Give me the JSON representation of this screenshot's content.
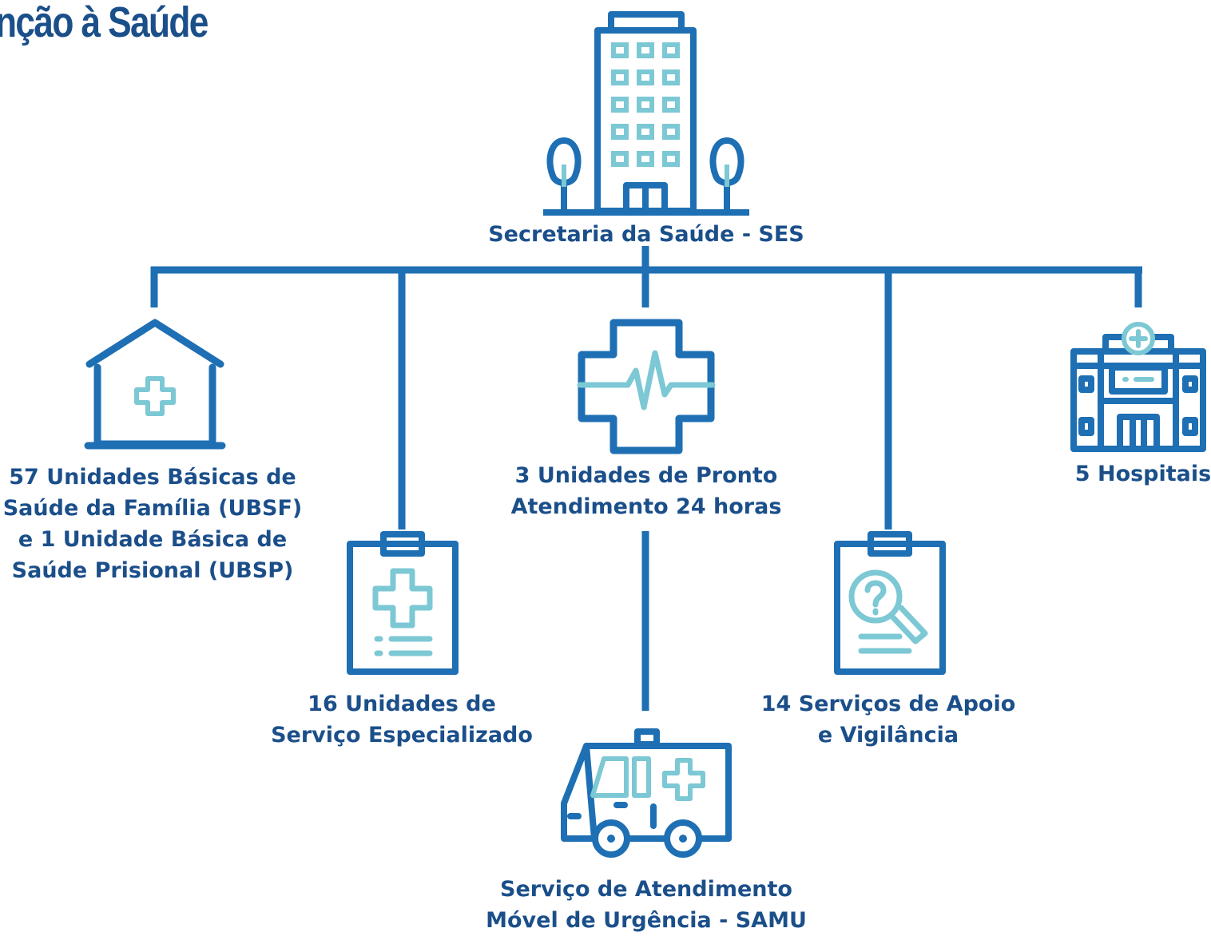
{
  "title": "nção à Saúde",
  "colors": {
    "primary": "#1e6fb3",
    "accent": "#7cc8d4",
    "text": "#1b4f8a"
  },
  "root": {
    "icon": "office-building-with-trees-icon",
    "label": "Secretaria da Saúde - SES"
  },
  "nodes": [
    {
      "id": "ubsf",
      "icon": "house-with-cross-icon",
      "lines": [
        "57 Unidades Básicas de",
        "Saúde da Família (UBSF)",
        "e 1 Unidade Básica de",
        "Saúde Prisional (UBSP)"
      ]
    },
    {
      "id": "especializado",
      "icon": "clipboard-with-cross-icon",
      "lines": [
        "16 Unidades de",
        "Serviço Especializado"
      ]
    },
    {
      "id": "pronto-atendimento",
      "icon": "medical-cross-with-heartbeat-icon",
      "lines": [
        "3 Unidades de Pronto",
        "Atendimento 24 horas"
      ]
    },
    {
      "id": "samu",
      "icon": "ambulance-icon",
      "lines": [
        "Serviço de Atendimento",
        "Móvel de Urgência - SAMU"
      ]
    },
    {
      "id": "apoio-vigilancia",
      "icon": "clipboard-with-magnifier-question-icon",
      "lines": [
        "14 Serviços de Apoio",
        "e Vigilância"
      ]
    },
    {
      "id": "hospitais",
      "icon": "hospital-building-icon",
      "lines": [
        "5 Hospitais"
      ]
    }
  ]
}
